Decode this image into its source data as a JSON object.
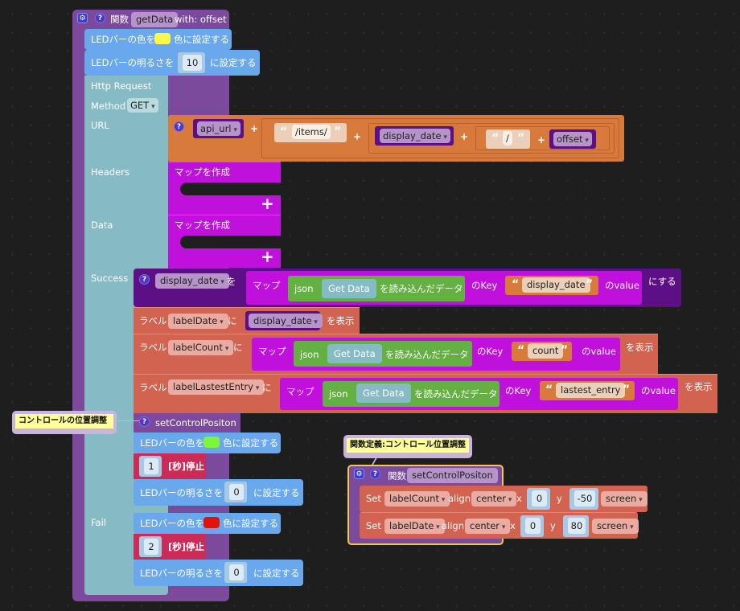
{
  "colors": {
    "workspace_bg": "#1e1e1e",
    "function_block": "#7b4a9c",
    "led_block": "#69a8ec",
    "http_block": "#86bbc6",
    "text_join": "#d97a3d",
    "variable": "#5d0f86",
    "map_block": "#c010dc",
    "json_block": "#64b043",
    "label_block": "#d26351",
    "wait_block": "#cc2a57",
    "led_yellow": "#fbf84b",
    "led_green": "#7cf53a",
    "led_red": "#e0140c"
  },
  "getData_function": {
    "keyword": "関数",
    "name": "getData",
    "params": "with: offset",
    "led_color_set": {
      "prefix": "LEDバーの色を",
      "suffix": "色に設定する",
      "color": "yellow"
    },
    "led_brightness_set": {
      "prefix": "LEDバーの明るさを",
      "value": "10",
      "suffix": "に設定する"
    },
    "http_request": {
      "title": "Http Request",
      "method_label": "Method",
      "method_value": "GET",
      "url_label": "URL",
      "headers_label": "Headers",
      "data_label": "Data",
      "success_label": "Success",
      "fail_label": "Fail",
      "url_parts": {
        "var1": "api_url",
        "str1": "/items/",
        "var2": "display_date",
        "str2": "/",
        "var3": "offset",
        "plus": "+",
        "open_quote": "“",
        "close_quote": "”"
      },
      "headers_map": {
        "label": "マップを作成",
        "add": "+"
      },
      "data_map": {
        "label": "マップを作成",
        "add": "+"
      }
    },
    "success": {
      "set_var": {
        "var": "display_date",
        "wo": "を",
        "map": "マップ",
        "json": "json",
        "get_data": "Get Data",
        "read": "を読み込んだデータ",
        "of_key": "のKey",
        "key": "display_date",
        "of_value": "のvalue",
        "suru": "にする"
      },
      "label_date": {
        "label": "ラベル",
        "target": "labelDate",
        "ni": "に",
        "var": "display_date",
        "show": "を表示"
      },
      "label_count": {
        "label": "ラベル",
        "target": "labelCount",
        "ni": "に",
        "map": "マップ",
        "json": "json",
        "get_data": "Get Data",
        "read": "を読み込んだデータ",
        "of_key": "のKey",
        "key": "count",
        "of_value": "のvalue",
        "show": "を表示"
      },
      "label_lastest": {
        "label": "ラベル",
        "target": "labelLastestEntry",
        "ni": "に",
        "map": "マップ",
        "json": "json",
        "get_data": "Get Data",
        "read": "を読み込んだデータ",
        "of_key": "のKey",
        "key": "lastest_entry",
        "of_value": "のvalue",
        "show": "を表示"
      },
      "call": {
        "name": "setControlPositon",
        "comment": "コントロールの位置調整"
      },
      "led_color": {
        "prefix": "LEDバーの色を",
        "suffix": "色に設定する",
        "color": "green"
      },
      "wait": {
        "value": "1",
        "suffix": "[秒]停止"
      },
      "led_brightness": {
        "prefix": "LEDバーの明るさを",
        "value": "0",
        "suffix": "に設定する"
      }
    },
    "fail": {
      "led_color": {
        "prefix": "LEDバーの色を",
        "suffix": "色に設定する",
        "color": "red"
      },
      "wait": {
        "value": "2",
        "suffix": "[秒]停止"
      },
      "led_brightness": {
        "prefix": "LEDバーの明るさを",
        "value": "0",
        "suffix": "に設定する"
      }
    }
  },
  "setControlPositon_function": {
    "comment": "関数定義:コントロール位置調整",
    "keyword": "関数",
    "name": "setControlPositon",
    "rows": [
      {
        "set": "Set",
        "target": "labelCount",
        "align_label": "align",
        "align": "center",
        "x_label": "x",
        "x": "0",
        "y_label": "y",
        "y": "-50",
        "mode": "screen"
      },
      {
        "set": "Set",
        "target": "labelDate",
        "align_label": "align",
        "align": "center",
        "x_label": "x",
        "x": "0",
        "y_label": "y",
        "y": "80",
        "mode": "screen"
      }
    ]
  },
  "icons": {
    "gear": "⚙",
    "help": "?"
  }
}
